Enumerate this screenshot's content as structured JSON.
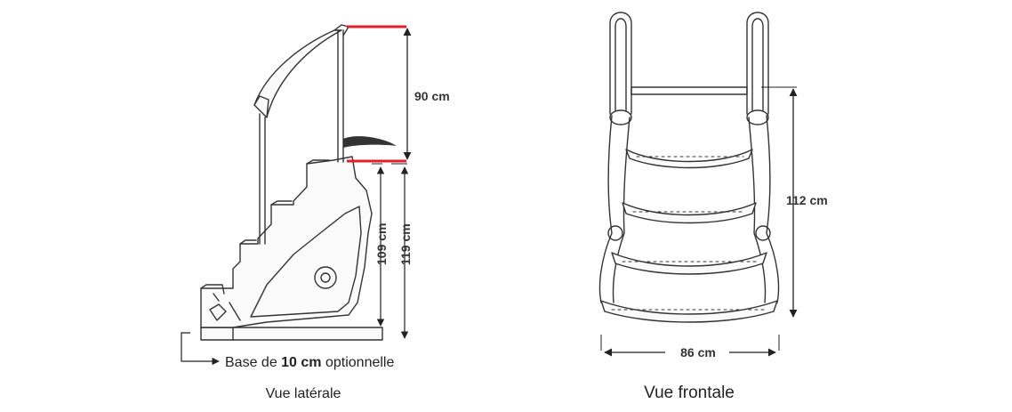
{
  "side_view": {
    "caption": "Vue latérale",
    "dim_handrail": "90 cm",
    "dim_step_height": "109 cm",
    "dim_total_height": "119 cm",
    "base_note_prefix": "Base de ",
    "base_note_bold": "10 cm",
    "base_note_suffix": " optionnelle",
    "accent_color": "#e0202a"
  },
  "front_view": {
    "caption": "Vue frontale",
    "dim_height": "112 cm",
    "dim_width": "86 cm"
  }
}
